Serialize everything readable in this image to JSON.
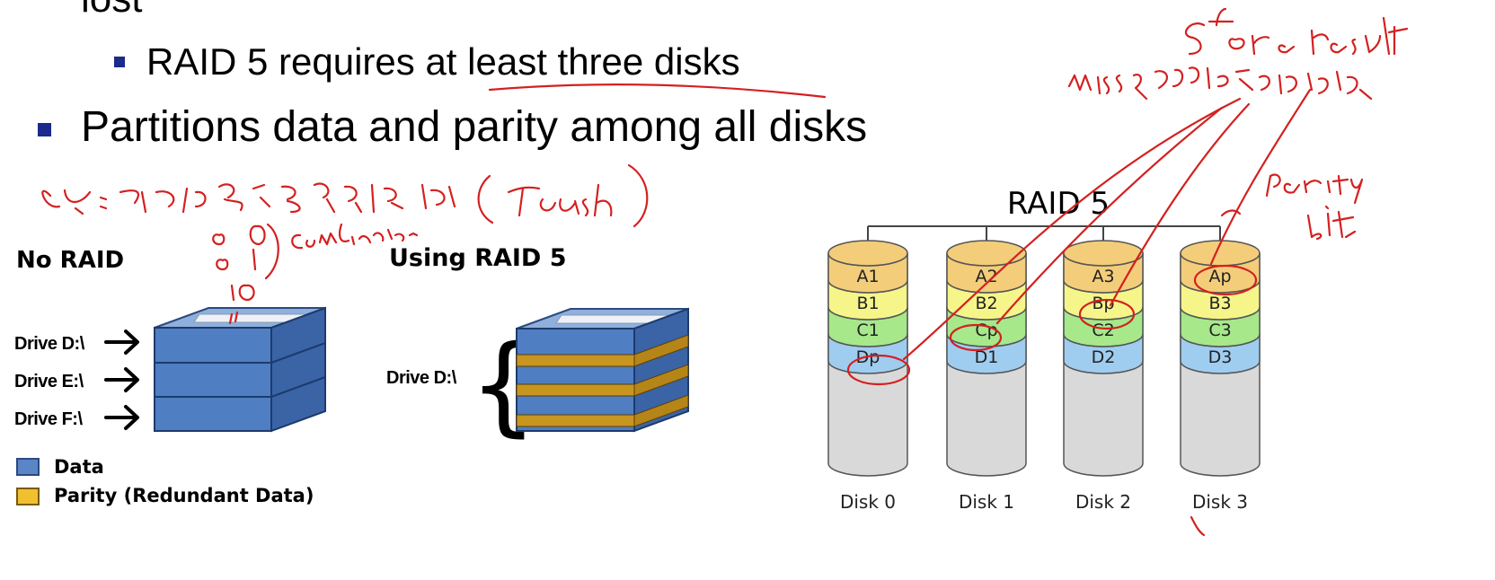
{
  "slide": {
    "lost_text": "lost",
    "sub_bullet": "RAID 5 requires at least three disks",
    "main_bullet": "Partitions data and parity among all disks"
  },
  "left_figure": {
    "no_raid_title": "No RAID",
    "using_raid_title": "Using RAID 5",
    "drives": [
      "Drive D:\\",
      "Drive E:\\",
      "Drive F:\\"
    ],
    "raid_drive": "Drive D:\\",
    "legend": [
      {
        "label": "Data",
        "color": "#4a78c0"
      },
      {
        "label": "Parity (Redundant Data)",
        "color": "#f0c030"
      }
    ]
  },
  "right_figure": {
    "title": "RAID 5",
    "disks": [
      {
        "label": "Disk 0",
        "blocks": [
          "A1",
          "B1",
          "C1",
          "Dp"
        ]
      },
      {
        "label": "Disk 1",
        "blocks": [
          "A2",
          "B2",
          "Cp",
          "D1"
        ]
      },
      {
        "label": "Disk 2",
        "blocks": [
          "A3",
          "Bp",
          "C2",
          "D2"
        ]
      },
      {
        "label": "Disk 3",
        "blocks": [
          "Ap",
          "B3",
          "C3",
          "D3"
        ]
      }
    ],
    "block_colors": [
      "#f3cd7a",
      "#f5f58a",
      "#a6e88a",
      "#9fcdf0"
    ]
  },
  "colors": {
    "bullet": "#1b2a8c",
    "ink": "#d42020",
    "drive_blue": "#5a86c8",
    "parity_gold": "#d4a02a"
  }
}
